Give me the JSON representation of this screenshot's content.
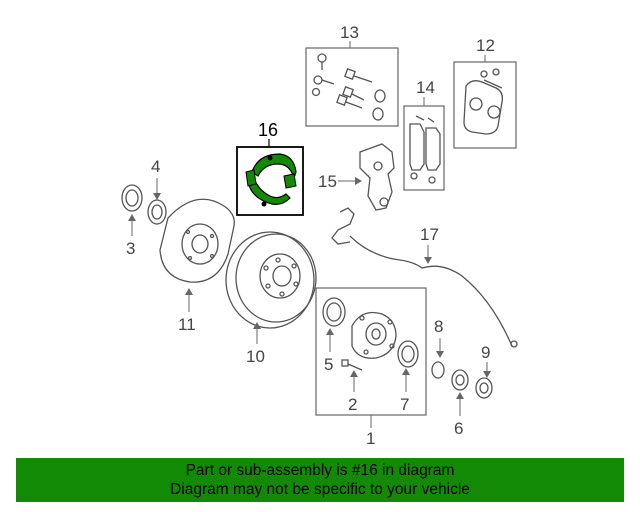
{
  "diagram": {
    "callouts": {
      "c1": "1",
      "c2": "2",
      "c3": "3",
      "c4": "4",
      "c5": "5",
      "c6": "6",
      "c7": "7",
      "c8": "8",
      "c9": "9",
      "c10": "10",
      "c11": "11",
      "c12": "12",
      "c13": "13",
      "c14": "14",
      "c15": "15",
      "c16": "16",
      "c17": "17"
    },
    "highlight_part": "16",
    "colors": {
      "highlight": "#138a06",
      "banner": "#138a06",
      "linework": "#555555"
    }
  },
  "banner": {
    "line1": "Part or sub-assembly is #16 in diagram",
    "line2": "Diagram may not be specific to your vehicle"
  }
}
